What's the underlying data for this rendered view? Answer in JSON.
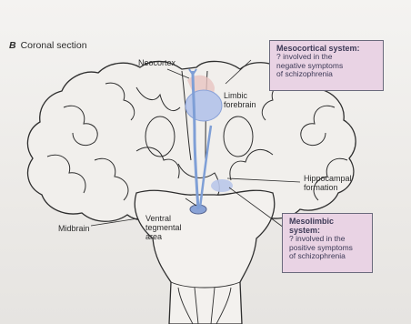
{
  "panel": {
    "letter": "B",
    "title": "Coronal section"
  },
  "labels": {
    "neocortex": "Neocortex",
    "limbic": [
      "Limbic",
      "forebrain"
    ],
    "hippocampal": [
      "Hippocampal",
      "formation"
    ],
    "vta": [
      "Ventral",
      "tegmental",
      "area"
    ],
    "midbrain": "Midbrain"
  },
  "callouts": {
    "mesocortical": {
      "heading": "Mesocortical system:",
      "lines": [
        "? involved in the",
        "negative symptoms",
        "of schizophrenia"
      ]
    },
    "mesolimbic": {
      "heading_lines": [
        "Mesolimbic",
        "system:"
      ],
      "lines": [
        "? involved in the",
        "positive symptoms",
        "of schizophrenia"
      ]
    }
  },
  "colors": {
    "pathway": "#7f9fd6",
    "callout_fill": "#e9d3e4",
    "outline": "#2e2e2e"
  }
}
